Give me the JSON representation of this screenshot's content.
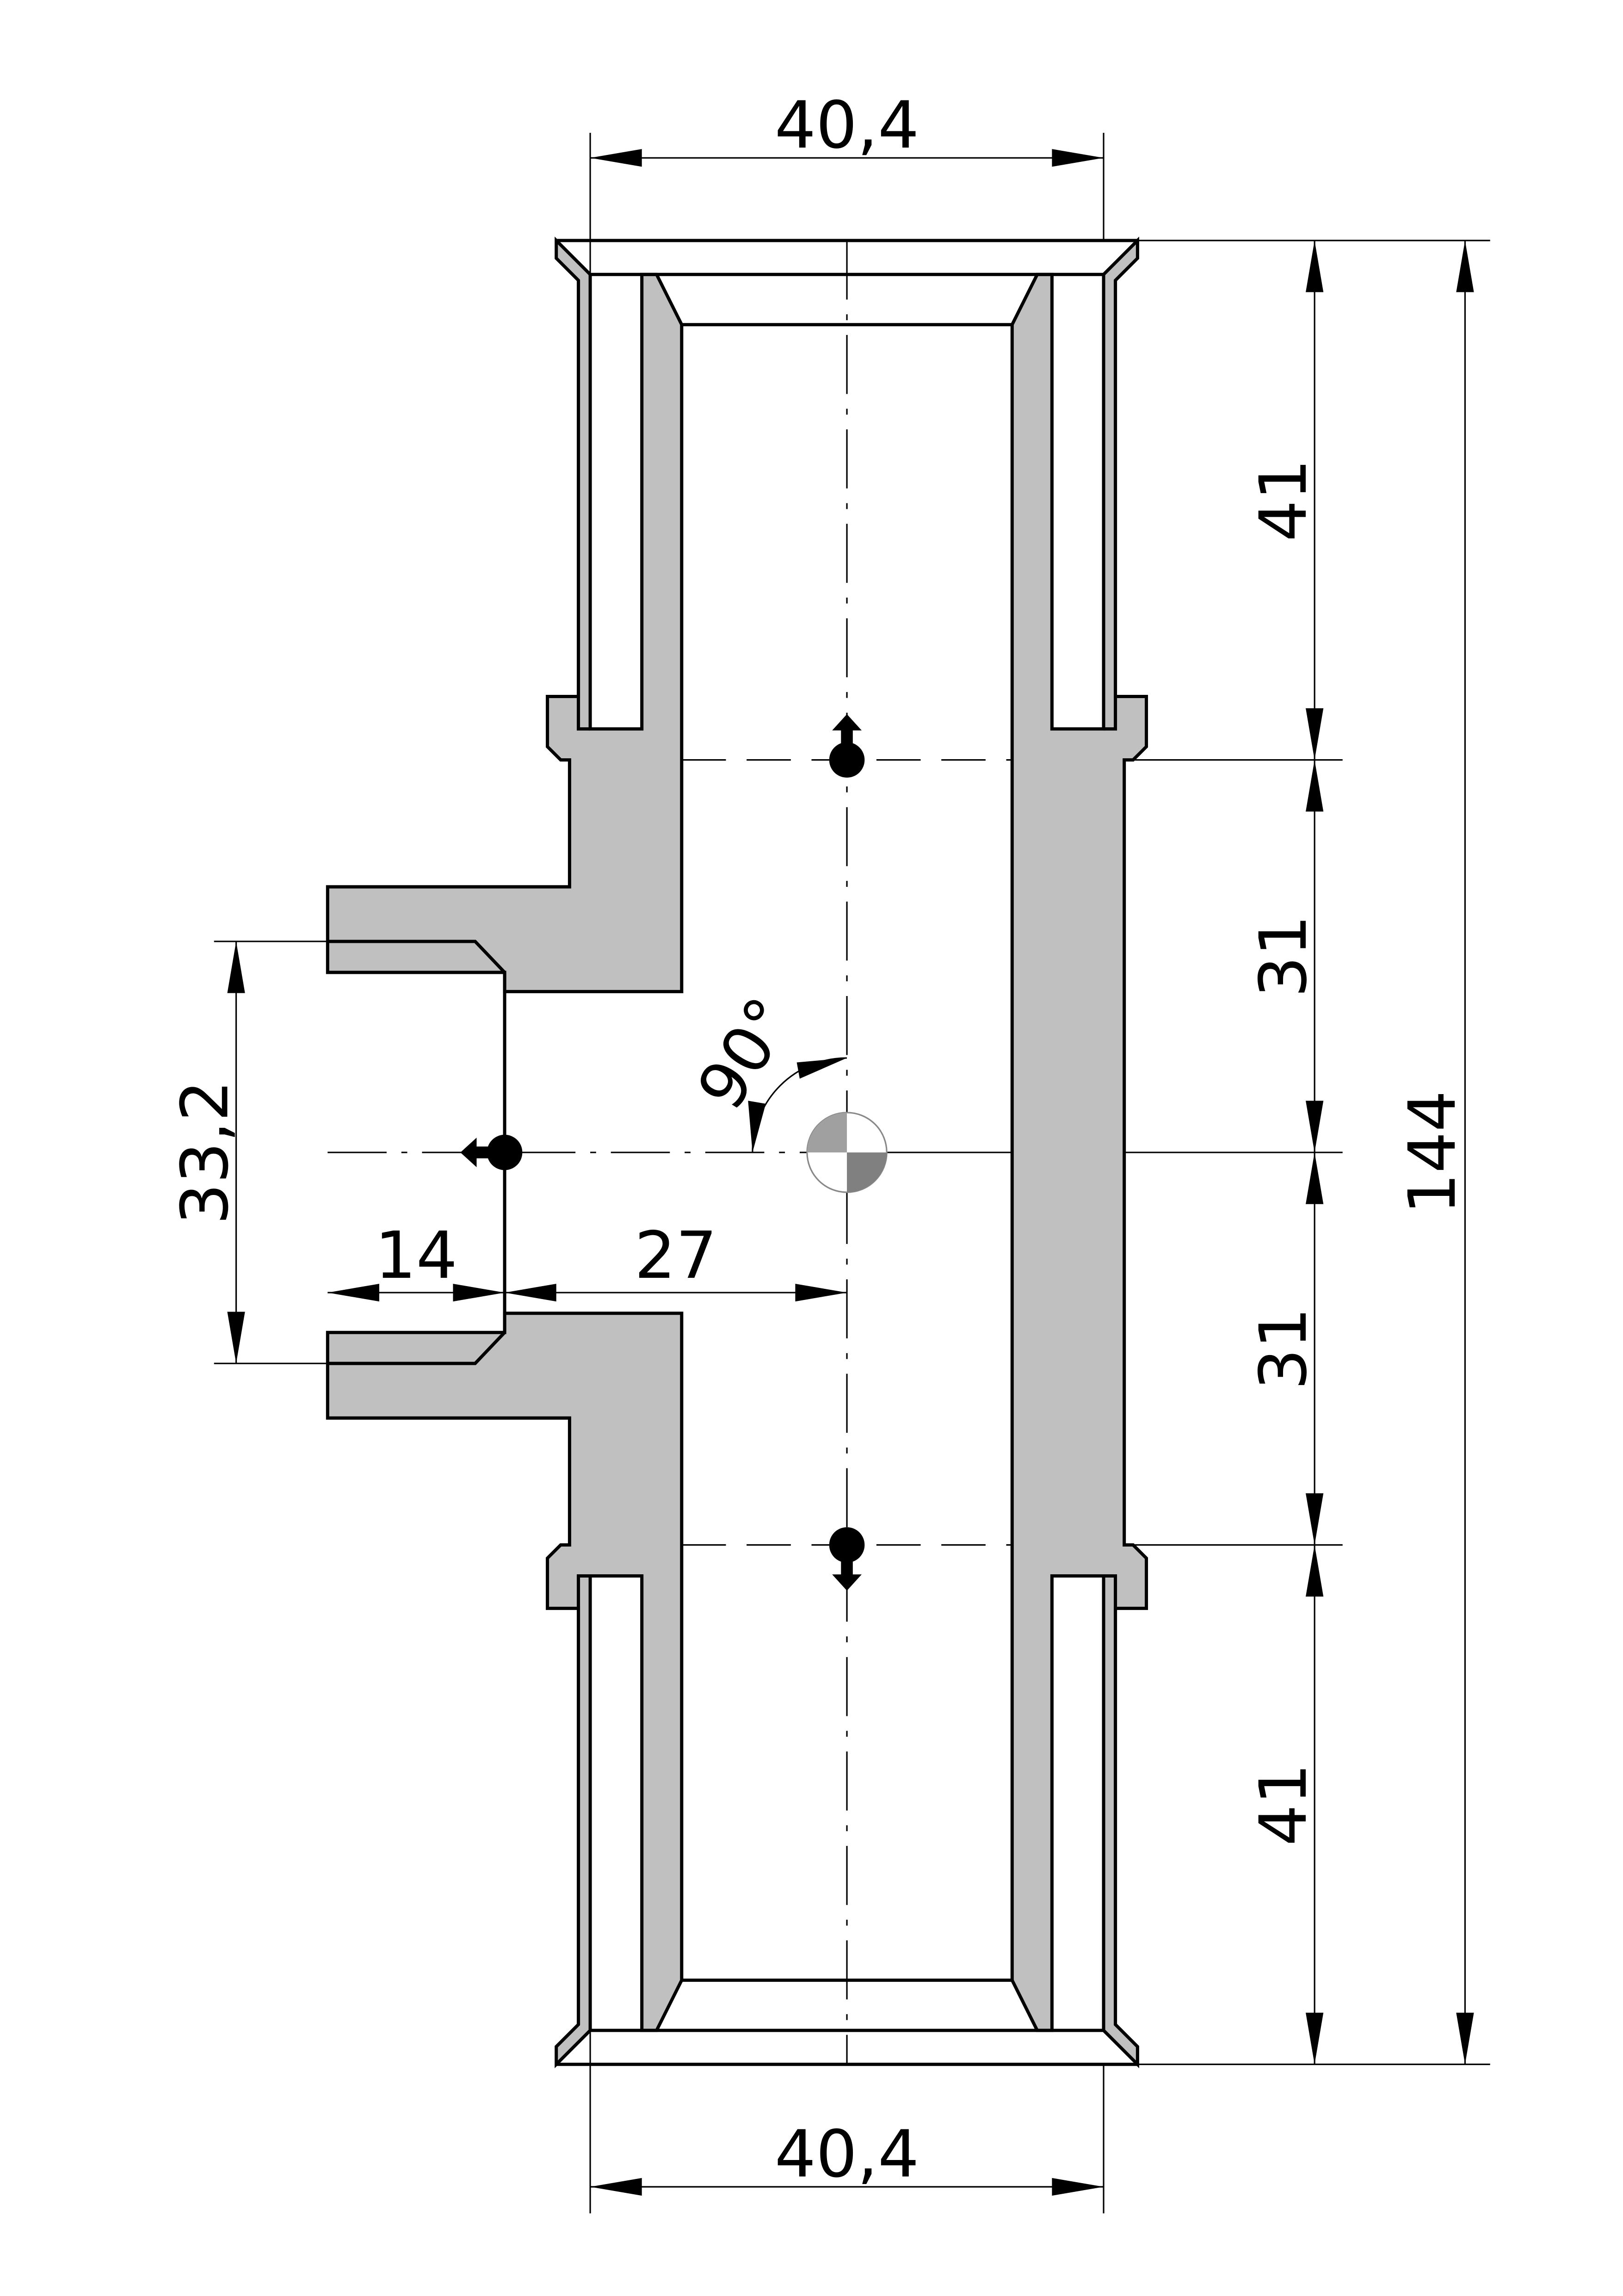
{
  "drawing": {
    "title": "Tee fitting cross-section",
    "fill_color": "#c0c0c0",
    "dimensions": {
      "top_width": "40,4",
      "bottom_width": "40,4",
      "upper_socket": "41",
      "upper_mid": "31",
      "lower_mid": "31",
      "lower_socket": "41",
      "overall_length": "144",
      "branch_diameter": "33,2",
      "branch_socket_depth": "14",
      "branch_offset": "27",
      "angle": "90°"
    }
  }
}
